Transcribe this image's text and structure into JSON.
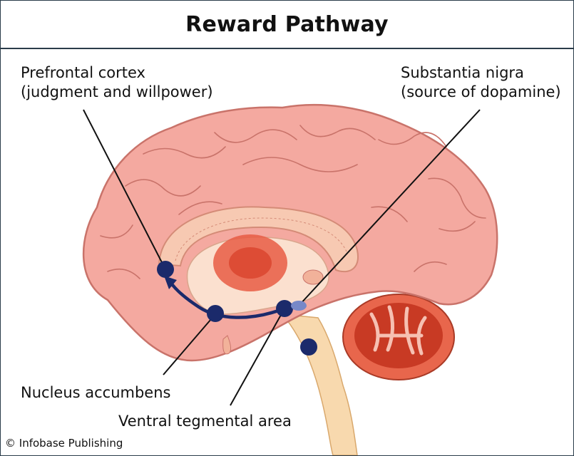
{
  "title": "Reward Pathway",
  "labels": {
    "prefrontal_line1": "Prefrontal cortex",
    "prefrontal_line2": "(judgment and willpower)",
    "nigra_line1": "Substantia nigra",
    "nigra_line2": "(source of dopamine)",
    "accumbens": "Nucleus accumbens",
    "vta": "Ventral tegmental area"
  },
  "credit": "© Infobase Publishing",
  "colors": {
    "cortex": "#f4a9a0",
    "cortex_outline": "#c9736a",
    "inner_tissue": "#f7c9b2",
    "brainstem": "#f8d9ae",
    "cerebellum": "#d9472f",
    "thalamus": "#e85c44",
    "node": "#1b2a6b",
    "nigra_node": "#7788c8",
    "pathway": "#1b2a6b"
  }
}
